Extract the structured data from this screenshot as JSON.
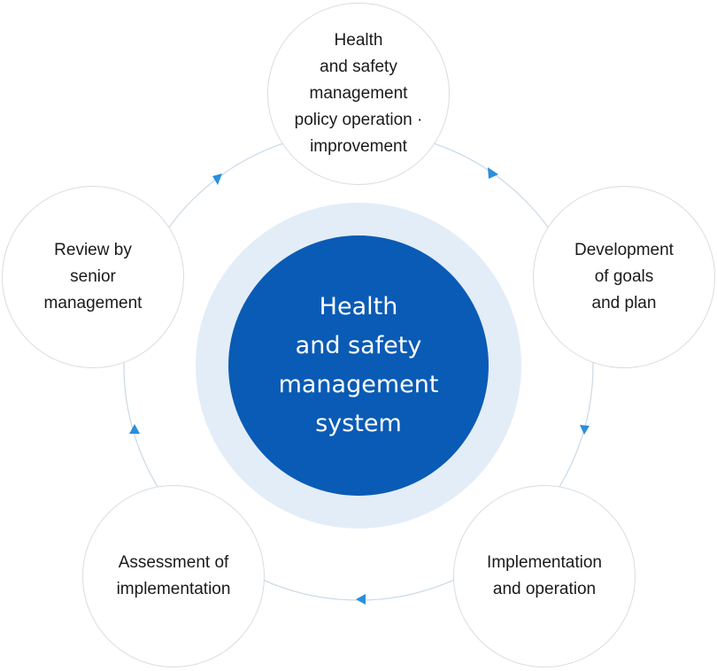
{
  "center": {
    "label": "Health\nand safety\nmanagement\nsystem"
  },
  "cycle_steps": [
    {
      "label": "Health\nand safety\nmanagement\npolicy operation ·\nimprovement"
    },
    {
      "label": "Development\nof goals\nand plan"
    },
    {
      "label": "Implementation\nand operation"
    },
    {
      "label": "Assessment of\nimplementation"
    },
    {
      "label": "Review by\nsenior\nmanagement"
    }
  ],
  "colors": {
    "core": "#0a5bb5",
    "halo": "#e3edf7",
    "ring": "#c9d9e8",
    "arrow": "#2a8fdc",
    "node_border": "#d9dde3"
  }
}
